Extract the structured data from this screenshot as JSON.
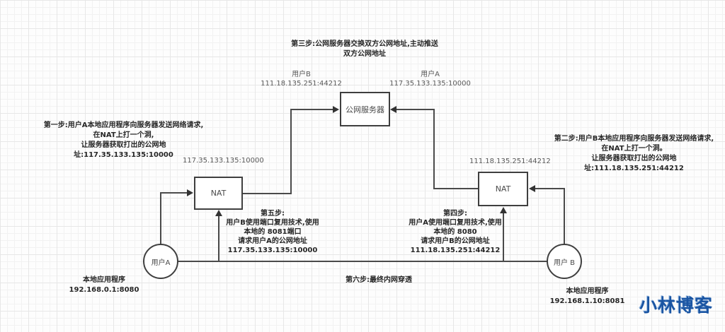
{
  "diagram": {
    "server": {
      "label": "公网服务器"
    },
    "nat_a": {
      "label": "NAT",
      "public_address": "117.35.133.135:10000"
    },
    "nat_b": {
      "label": "NAT",
      "public_address": "111.18.135.251:44212"
    },
    "user_a": {
      "label": "用户A",
      "local_app_title": "本地应用程序",
      "local_app_address": "192.168.0.1:8080"
    },
    "user_b": {
      "label": "用户 B",
      "local_app_title": "本地应用程序",
      "local_app_address": "192.168.1.10:8081"
    },
    "push_to_a": {
      "peer": "用户B",
      "address": "111.18.135.251:44212"
    },
    "push_to_b": {
      "peer": "用户A",
      "address": "117.35.133.135:10000"
    },
    "steps": {
      "step1": {
        "l1": "第一步:用户A本地应用程序向服务器发送网络请求,",
        "l2": "在NAT上打一个洞,",
        "l3": "让服务器获取打出的公网地",
        "l4": "址:117.35.133.135:10000"
      },
      "step2": {
        "l1": "第二步:用户B本地应用程序向服务器发送网络请求,",
        "l2": "在NAT上打一个洞。",
        "l3": "让服务器获取打出的公网地",
        "l4": "址:111.18.135.251:44212"
      },
      "step3": {
        "l1": "第三步:公网服务器交换双方公网地址,主动推送",
        "l2": "双方公网地址"
      },
      "step4": {
        "l1": "第四步:",
        "l2": "用户A使用端口复用技术,使用",
        "l3": "本地的 8080",
        "l4": "请求用户B的公网地址",
        "l5": "111.18.135.251:44212"
      },
      "step5": {
        "l1": "第五步:",
        "l2": "用户B使用端口复用技术,使用",
        "l3": "本地的 8081端口",
        "l4": "请求用户A的公网地址",
        "l5": "117.35.133.135:10000"
      },
      "step6": "第六步:最终内网穿透"
    },
    "watermark": "小林博客",
    "colors": {
      "line": "#4a4a4a",
      "box_border": "#3f3f3f",
      "text": "#262626",
      "muted_text": "#595959",
      "watermark": "#1a55a3",
      "grid": "#efefef"
    }
  }
}
